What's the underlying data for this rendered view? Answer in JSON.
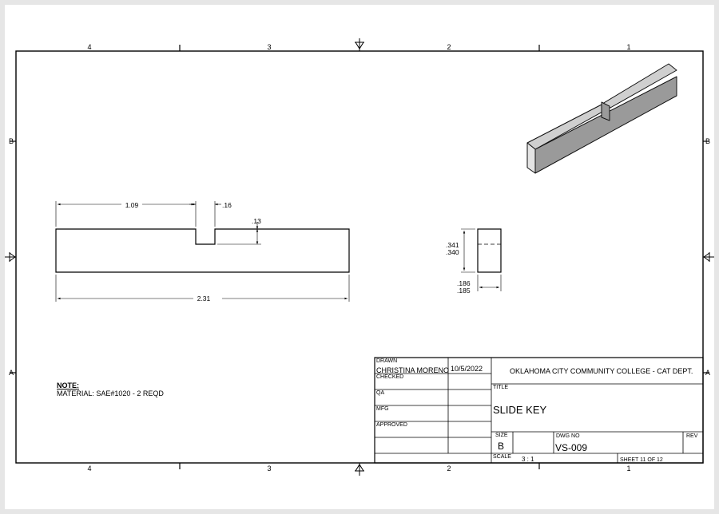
{
  "zones": {
    "columns": [
      "4",
      "3",
      "2",
      "1"
    ],
    "rows": [
      "B",
      "A"
    ]
  },
  "dimensions": {
    "notch_position": "1.09",
    "notch_width": ".16",
    "notch_depth": ".13",
    "overall_length": "2.31",
    "height_max": ".341",
    "height_min": ".340",
    "width_max": ".186",
    "width_min": ".185"
  },
  "note": {
    "heading": "NOTE:",
    "text": "MATERIAL: SAE#1020 - 2 REQD"
  },
  "title_block": {
    "drawn_label": "DRAWN",
    "drawn_by": "CHRISTINA MORENO",
    "drawn_date": "10/5/2022",
    "checked_label": "CHECKED",
    "qa_label": "QA",
    "mfg_label": "MFG",
    "approved_label": "APPROVED",
    "company": "OKLAHOMA CITY COMMUNITY COLLEGE - CAT DEPT.",
    "title_label": "TITLE",
    "title": "SLIDE KEY",
    "size_label": "SIZE",
    "size": "B",
    "dwg_no_label": "DWG NO",
    "dwg_no": "VS-009",
    "rev_label": "REV",
    "scale_label": "SCALE",
    "scale": "3 : 1",
    "sheet": "SHEET 11 OF 12"
  },
  "colors": {
    "line": "#000000",
    "sheet": "#ffffff",
    "background": "#e6e6e6",
    "iso_top": "#cfcfcf",
    "iso_front": "#9a9a9a",
    "iso_end": "#e4e4e4"
  }
}
